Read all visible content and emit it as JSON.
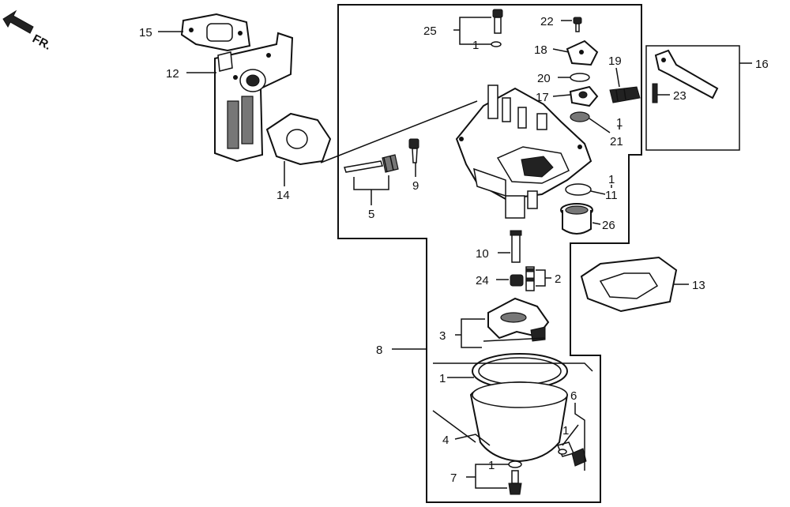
{
  "direction": {
    "label": "FR.",
    "icon": "front-direction-arrow-icon"
  },
  "callouts": {
    "n1": "1",
    "n2": "2",
    "n3": "3",
    "n4": "4",
    "n5": "5",
    "n6": "6",
    "n7": "7",
    "n8": "8",
    "n9": "9",
    "n10": "10",
    "n11": "11",
    "n12": "12",
    "n13": "13",
    "n14": "14",
    "n15": "15",
    "n16": "16",
    "n17": "17",
    "n18": "18",
    "n19": "19",
    "n20": "20",
    "n21": "21",
    "n22": "22",
    "n23": "23",
    "n24": "24",
    "n25": "25",
    "n26": "26"
  }
}
